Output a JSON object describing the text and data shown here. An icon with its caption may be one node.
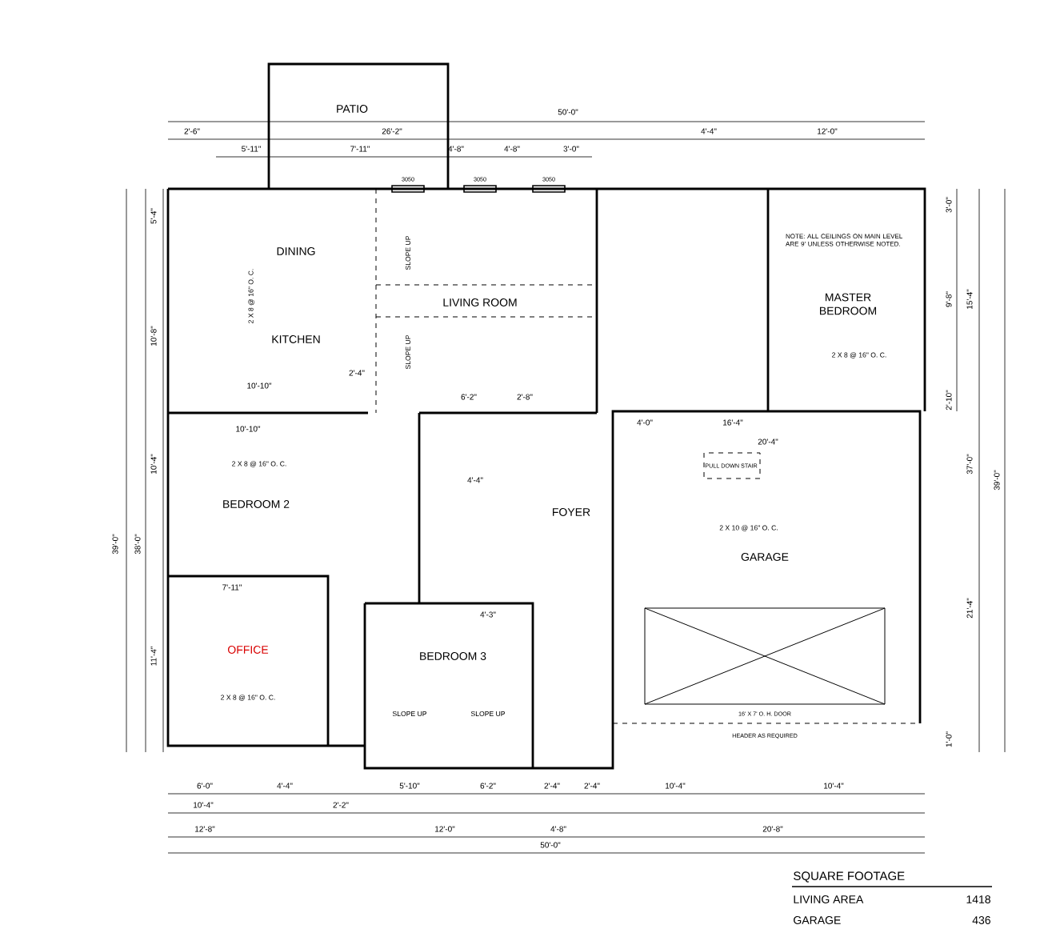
{
  "diagram": {
    "nodes": [
      {
        "text": [
          "PATIO"
        ]
      },
      {
        "text": [
          "DINING"
        ]
      },
      {
        "text": [
          "KITCHEN"
        ]
      },
      {
        "text": [
          "LIVING ROOM"
        ]
      },
      {
        "text": [
          "MASTER BEDROOM"
        ]
      },
      {
        "text": [
          "BEDROOM 2"
        ]
      },
      {
        "text": [
          "OFFICE"
        ]
      },
      {
        "text": [
          "BEDROOM 3"
        ]
      },
      {
        "text": [
          "FOYER"
        ]
      },
      {
        "text": [
          "GARAGE"
        ]
      }
    ],
    "labels": [
      "50'-0\"",
      "2'-6\"",
      "26'-2\"",
      "4'-4\"",
      "12'-0\"",
      "5'-11\"",
      "7'-11\"",
      "4'-8\"",
      "4'-8\"",
      "3'-0\"",
      "3050",
      "3050",
      "3050",
      "NOTE: ALL CEILINGS ON MAIN LEVEL ARE 9' UNLESS OTHERWISE NOTED.",
      "2 X 8 @ 16\" O. C.",
      "SLOPE UP",
      "SLOPE UP",
      "2 X 8 @ 16\" O. C.",
      "10'-10\"",
      "2'-4\"",
      "10'-10\"",
      "6'-2\"",
      "2'-8\"",
      "2 X 8 @ 16\" O. C.",
      "4'-4\"",
      "4'-0\"",
      "16'-4\"",
      "20'-4\"",
      "PULL DOWN STAIR",
      "2 X 10 @ 16\" O. C.",
      "7'-11\"",
      "2 X 8 @ 16\" O. C.",
      "4'-3\"",
      "SLOPE UP",
      "SLOPE UP",
      "16' X 7' O. H. DOOR",
      "HEADER AS REQUIRED",
      "6'-0\"",
      "4'-4\"",
      "5'-10\"",
      "6'-2\"",
      "2'-4\"",
      "2'-4\"",
      "10'-4\"",
      "10'-4\"",
      "10'-4\"",
      "2'-2\"",
      "12'-8\"",
      "12'-0\"",
      "4'-8\"",
      "20'-8\"",
      "50'-0\"",
      "39'-0\"",
      "38'-0\"",
      "5'-4\"",
      "10'-8\"",
      "10'-4\"",
      "11'-4\"",
      "3'-0\"",
      "9'-8\"",
      "2'-10\"",
      "15'-4\"",
      "21'-4\"",
      "37'-0\"",
      "39'-0\"",
      "1'-0\"",
      "SQUARE FOOTAGE",
      "LIVING AREA",
      "1418",
      "GARAGE",
      "436"
    ]
  }
}
